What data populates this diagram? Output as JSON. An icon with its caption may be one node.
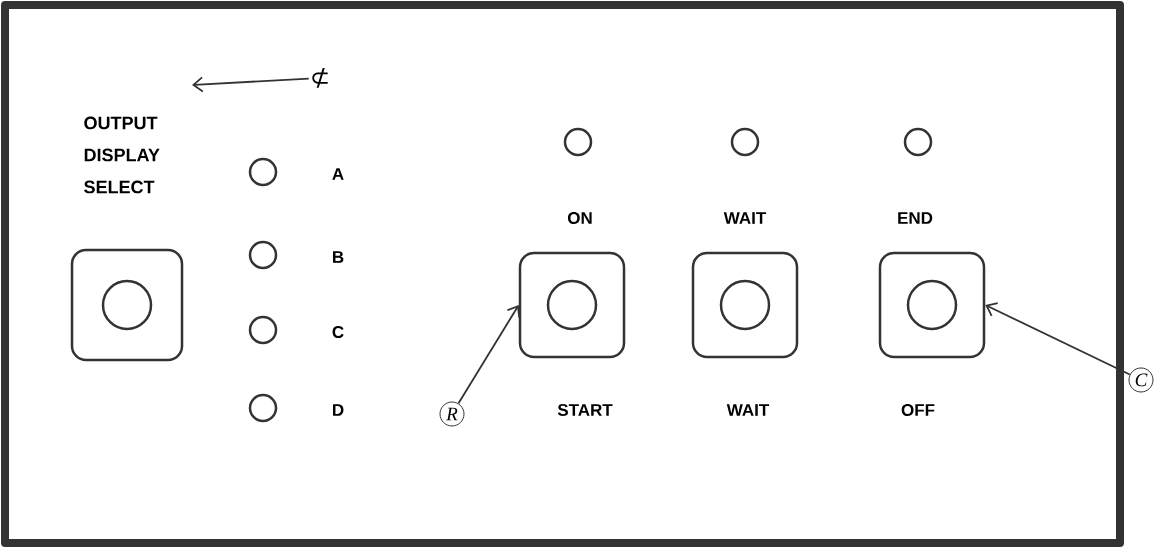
{
  "diagram": {
    "nodes": [
      {
        "text": [
          "OUTPUT DISPLAY SELECT"
        ]
      },
      {
        "text": [],
        "shape": "circle",
        "beside": [
          "A"
        ]
      },
      {
        "text": [],
        "shape": "circle",
        "beside": [
          "B"
        ]
      },
      {
        "text": [],
        "shape": "circle",
        "beside": [
          "C"
        ]
      },
      {
        "text": [],
        "shape": "circle",
        "beside": [
          "D"
        ]
      },
      {
        "text": [],
        "shape": "circle"
      },
      {
        "text": [],
        "shape": "circle"
      },
      {
        "text": [],
        "shape": "circle"
      },
      {
        "text": [],
        "shape": "box"
      },
      {
        "text": [],
        "shape": "box"
      },
      {
        "text": [],
        "shape": "box"
      },
      {
        "text": [
          "⊄"
        ]
      },
      {
        "text": [
          "R"
        ]
      },
      {
        "text": [
          "C"
        ]
      }
    ],
    "edges": [
      {
        "from": 11,
        "to": null,
        "arrow": "to"
      },
      {
        "from": 12,
        "to": 8,
        "arrow": "to"
      },
      {
        "from": 13,
        "to": 10,
        "arrow": "to"
      }
    ],
    "labels": [
      "ON",
      "WAIT",
      "END",
      "START",
      "WAIT",
      "OFF"
    ]
  }
}
